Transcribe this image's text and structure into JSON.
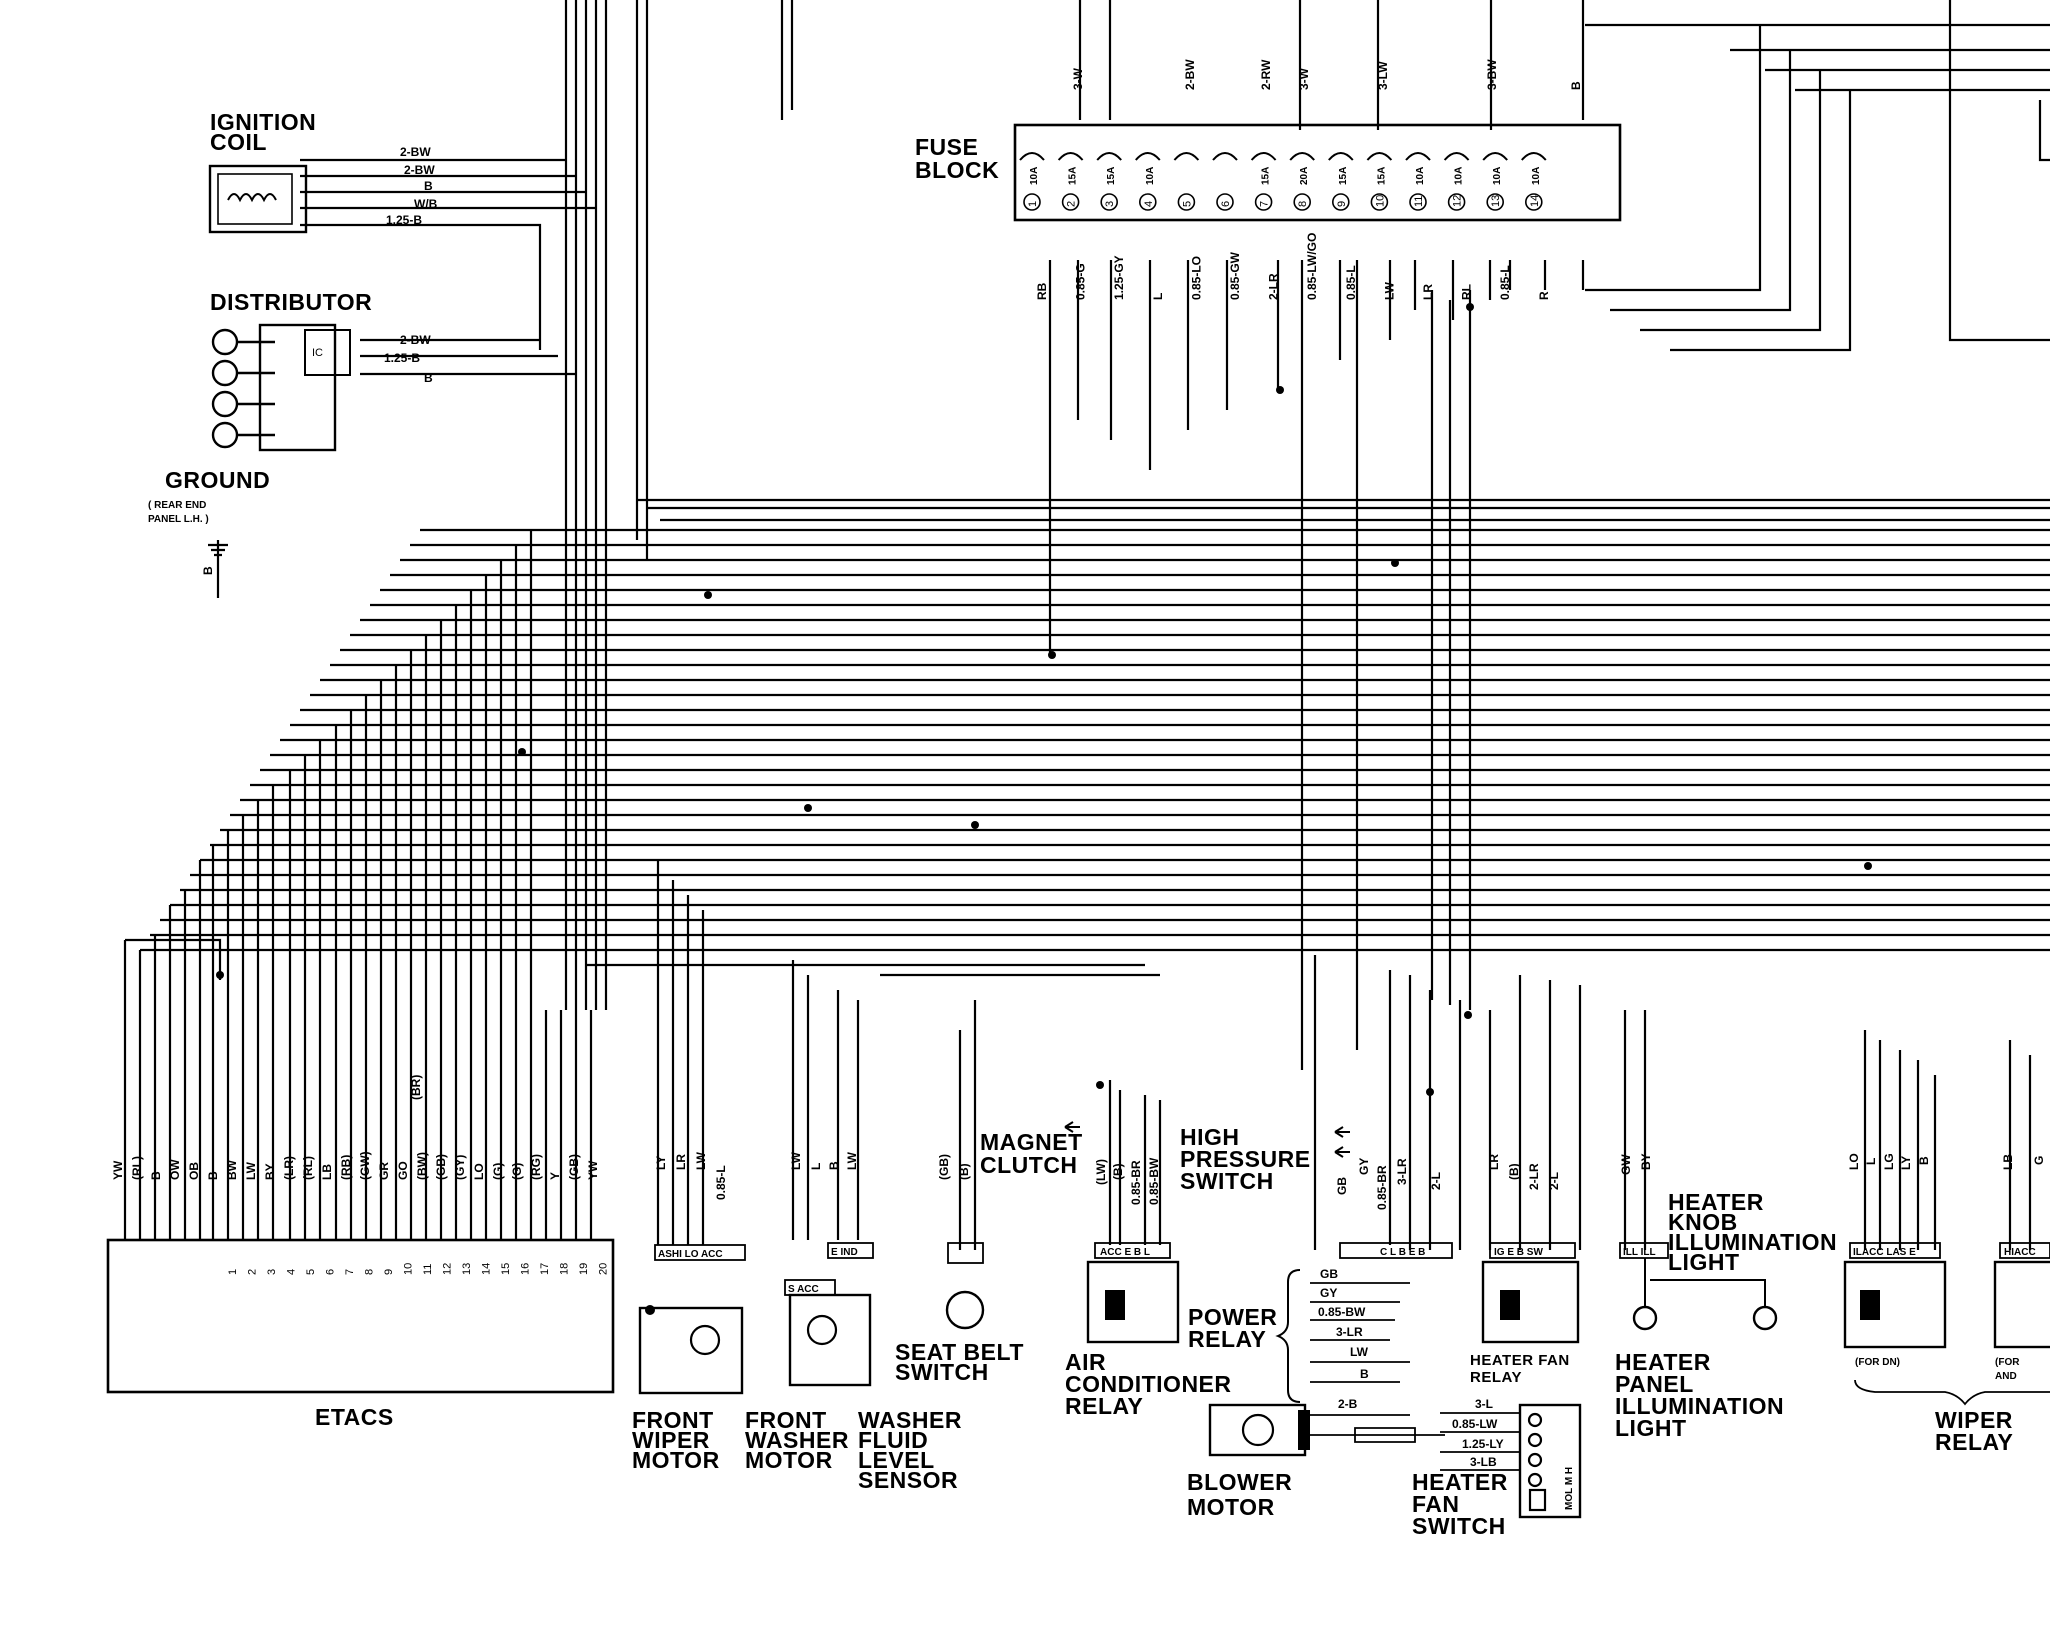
{
  "components": {
    "ignition_coil": [
      "IGNITION",
      "COIL"
    ],
    "distributor": "DISTRIBUTOR",
    "distributor_ic": "IC",
    "ground": "GROUND",
    "ground_location": [
      "( REAR END",
      "PANEL L.H. )"
    ],
    "fuse_block": [
      "FUSE",
      "BLOCK"
    ],
    "etacs": "ETACS",
    "front_wiper_motor": [
      "FRONT",
      "WIPER",
      "MOTOR"
    ],
    "front_washer_motor": [
      "FRONT",
      "WASHER",
      "MOTOR"
    ],
    "washer_fluid_level_sensor": [
      "WASHER",
      "FLUID",
      "LEVEL",
      "SENSOR"
    ],
    "seat_belt_switch": [
      "SEAT BELT",
      "SWITCH"
    ],
    "magnet_clutch": [
      "MAGNET",
      "CLUTCH"
    ],
    "high_pressure_switch": [
      "HIGH",
      "PRESSURE",
      "SWITCH"
    ],
    "air_conditioner_relay": [
      "AIR",
      "CONDITIONER",
      "RELAY"
    ],
    "power_relay": [
      "POWER",
      "RELAY"
    ],
    "blower_motor": [
      "BLOWER",
      "MOTOR"
    ],
    "heater_fan_relay": [
      "HEATER FAN",
      "RELAY"
    ],
    "heater_fan_switch": [
      "HEATER",
      "FAN",
      "SWITCH"
    ],
    "heater_knob_illumination_light": [
      "HEATER",
      "KNOB",
      "ILLUMINATION",
      "LIGHT"
    ],
    "heater_panel_illumination_light": [
      "HEATER",
      "PANEL",
      "ILLUMINATION",
      "LIGHT"
    ],
    "wiper_relay": [
      "WIPER",
      "RELAY"
    ],
    "wiper_relay_notes": [
      "(FOR DN)",
      "(FOR",
      "AND"
    ]
  },
  "ignition_wires": [
    "2-BW",
    "2-BW",
    "B",
    "W/B",
    "1.25-B"
  ],
  "distributor_wires": [
    "2-BW",
    "1.25-B",
    "B"
  ],
  "ground_wire": "B",
  "fuse_top_wires": [
    "3-W",
    "2-BW",
    "2-RW",
    "3-W",
    "3-LW",
    "3-BW",
    "B"
  ],
  "fuses": [
    {
      "no": "1",
      "rating": "10A"
    },
    {
      "no": "2",
      "rating": "15A"
    },
    {
      "no": "3",
      "rating": "15A"
    },
    {
      "no": "4",
      "rating": "10A"
    },
    {
      "no": "5",
      "rating": ""
    },
    {
      "no": "6",
      "rating": ""
    },
    {
      "no": "7",
      "rating": "15A"
    },
    {
      "no": "8",
      "rating": "20A"
    },
    {
      "no": "9",
      "rating": "15A"
    },
    {
      "no": "10",
      "rating": "15A"
    },
    {
      "no": "11",
      "rating": "10A"
    },
    {
      "no": "12",
      "rating": "10A"
    },
    {
      "no": "13",
      "rating": "10A"
    },
    {
      "no": "14",
      "rating": "10A"
    }
  ],
  "fuse_bottom_wires": [
    "RB",
    "0.85-G",
    "1.25-GY",
    "L",
    "0.85-LO",
    "0.85-GW",
    "2-LR",
    "0.85-LW/GO",
    "0.85-L",
    "LW",
    "LR",
    "RL",
    "0.85-L",
    "R"
  ],
  "etacs_wires": [
    "YW",
    "(RL)",
    "B",
    "OW",
    "OB",
    "B",
    "BW",
    "LW",
    "BY",
    "(LR)",
    "(RL)",
    "LB",
    "(RB)",
    "(GW)",
    "GR",
    "GO",
    "(BW)",
    "(GB)",
    "(GY)",
    "LO",
    "(G)",
    "(G)",
    "(RG)",
    "Y",
    "(GB)",
    "YW"
  ],
  "etacs_extra_wire": "(BR)",
  "etacs_pins": [
    "1",
    "2",
    "3",
    "4",
    "5",
    "6",
    "7",
    "8",
    "9",
    "10",
    "11",
    "12",
    "13",
    "14",
    "15",
    "16",
    "17",
    "18",
    "19",
    "20"
  ],
  "wiper_motor_wires": [
    "LY",
    "LR",
    "LW",
    "0.85-L"
  ],
  "wiper_motor_pins": "ASHI LO ACC",
  "washer_wires": [
    "LW",
    "L",
    "B",
    "LW"
  ],
  "washer_motor_pins": "S ACC",
  "washer_sensor_pins": "E IND",
  "seat_belt_wires": [
    "(GB)",
    "(B)"
  ],
  "ac_relay_wires": [
    "(LW)",
    "(B)",
    "0.85-BR",
    "0.85-BW"
  ],
  "ac_relay_pins": "ACC E B L",
  "hp_switch_wires": [
    "GB",
    "GY",
    "0.85-BR",
    "3-LR",
    "2-L"
  ],
  "power_relay_pins": "C L B E B",
  "power_relay_wires": [
    "GB",
    "GY",
    "0.85-BW",
    "3-LR",
    "LW",
    "B"
  ],
  "heater_fan_relay_wires": [
    "LR",
    "(B)",
    "2-LR",
    "2-L"
  ],
  "heater_fan_relay_pins": "IG E B SW",
  "blower_wires": [
    "2-B",
    "3-L",
    "0.85-LW",
    "1.25-LY",
    "3-LB"
  ],
  "heater_fan_switch_pins": "MOL M H",
  "illumination_wires": [
    "GW",
    "BY"
  ],
  "illumination_pins": "ILL ILL",
  "wiper_relay_wires": [
    "LO",
    "L",
    "LG",
    "LY",
    "B",
    "LB",
    "G"
  ],
  "wiper_relay_pins_1": "ILACC LAS E",
  "wiper_relay_pins_2": "HIACC"
}
